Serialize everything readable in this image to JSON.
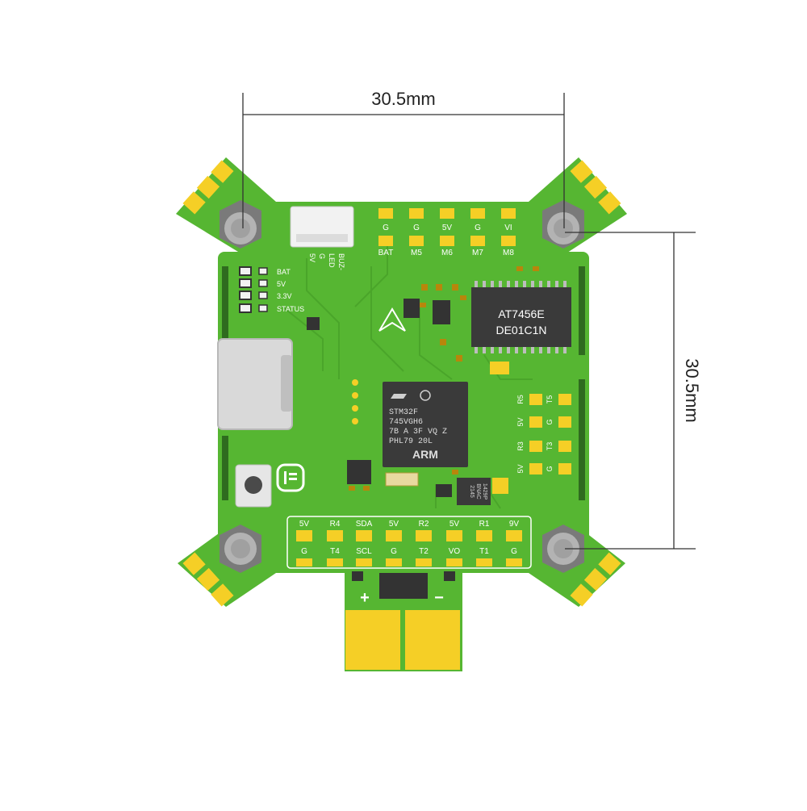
{
  "dimensions": {
    "horizontal": "30.5mm",
    "vertical": "30.5mm"
  },
  "colors": {
    "board": "#56b632",
    "board_dark": "#3c8f22",
    "pad": "#f5cf26",
    "silk": "#ffffff",
    "chip": "#3a3a3a",
    "hardware": "#9a9a9a"
  },
  "top_header": {
    "upper": [
      "G",
      "G",
      "5V",
      "G",
      "VI"
    ],
    "lower": [
      "BAT",
      "M5",
      "M6",
      "M7",
      "M8"
    ]
  },
  "connector_labels": [
    "5V",
    "G",
    "LED",
    "BUZ-"
  ],
  "leds": [
    "BAT",
    "5V",
    "3.3V",
    "STATUS"
  ],
  "right_pins": {
    "row1": [
      "R5",
      "T5"
    ],
    "row2": [
      "5V",
      "G"
    ],
    "row3": [
      "R3",
      "T3"
    ],
    "row4": [
      "5V",
      "G"
    ]
  },
  "bottom_header": {
    "upper": [
      "5V",
      "R4",
      "SDA",
      "5V",
      "R2",
      "5V",
      "R1",
      "9V"
    ],
    "lower": [
      "G",
      "T4",
      "SCL",
      "G",
      "T2",
      "VO",
      "T1",
      "G"
    ]
  },
  "power": {
    "plus": "+",
    "minus": "−"
  },
  "mcu": {
    "lines": [
      "STM32F",
      "745VGH6",
      "7B  A  3F  VQ  Z",
      "PHL79  20L"
    ],
    "brand": "ARM"
  },
  "osd": {
    "lines": [
      "AT7456E",
      "DE01C1N"
    ]
  },
  "gyro": {
    "lines": [
      "1429P",
      "BNAC",
      "2145"
    ]
  },
  "logo_icon": "iflight-logo-icon",
  "arrow_icon": "forward-arrow-icon"
}
